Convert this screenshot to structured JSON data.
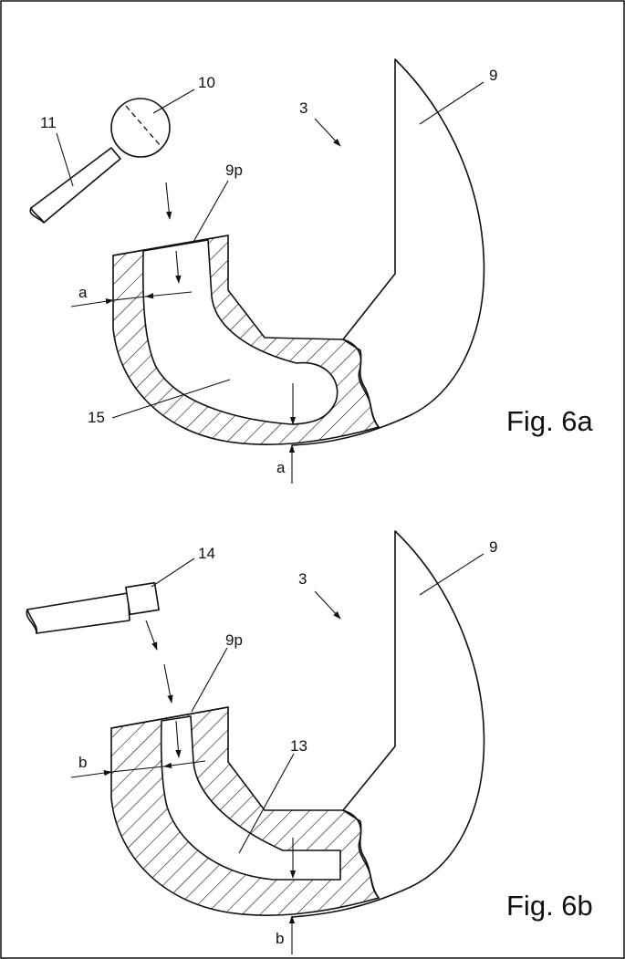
{
  "figures": [
    {
      "caption": "Fig. 6a",
      "labels": {
        "assembly": "3",
        "body": "9",
        "body_part": "9p",
        "tool": "10",
        "tool_shaft": "11",
        "channel": "15",
        "thickness_side": "a",
        "thickness_bottom": "a"
      }
    },
    {
      "caption": "Fig. 6b",
      "labels": {
        "assembly": "3",
        "body": "9",
        "body_part": "9p",
        "tool": "14",
        "channel": "13",
        "thickness_side": "b",
        "thickness_bottom": "b"
      }
    }
  ]
}
